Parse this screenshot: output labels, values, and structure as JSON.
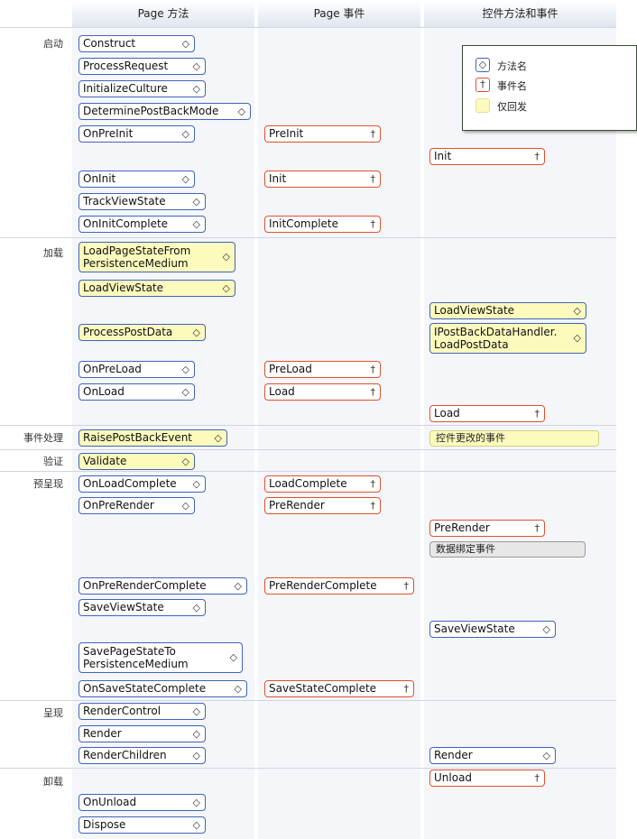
{
  "columns": {
    "page_methods": "Page 方法",
    "page_events": "Page 事件",
    "control": "控件方法和事件"
  },
  "symbols": {
    "method": "◇",
    "event": "†"
  },
  "stages": [
    {
      "label": "启动"
    },
    {
      "label": "加载"
    },
    {
      "label": "事件处理"
    },
    {
      "label": "验证"
    },
    {
      "label": "预呈现"
    },
    {
      "label": "呈现"
    },
    {
      "label": "卸载"
    }
  ],
  "legend": {
    "method": "方法名",
    "event": "事件名",
    "postback": "仅回发"
  },
  "page_methods": [
    {
      "name": "Construct"
    },
    {
      "name": "ProcessRequest"
    },
    {
      "name": "InitializeCulture"
    },
    {
      "name": "DeterminePostBackMode"
    },
    {
      "name": "OnPreInit"
    },
    {
      "name": "OnInit"
    },
    {
      "name": "TrackViewState"
    },
    {
      "name": "OnInitComplete"
    },
    {
      "name": "LoadPageStateFrom\nPersistenceMedium"
    },
    {
      "name": "LoadViewState"
    },
    {
      "name": "ProcessPostData"
    },
    {
      "name": "OnPreLoad"
    },
    {
      "name": "OnLoad"
    },
    {
      "name": "RaisePostBackEvent"
    },
    {
      "name": "Validate"
    },
    {
      "name": "OnLoadComplete"
    },
    {
      "name": "OnPreRender"
    },
    {
      "name": "OnPreRenderComplete"
    },
    {
      "name": "SaveViewState"
    },
    {
      "name": "SavePageStateTo\nPersistenceMedium"
    },
    {
      "name": "OnSaveStateComplete"
    },
    {
      "name": "RenderControl"
    },
    {
      "name": "Render"
    },
    {
      "name": "RenderChildren"
    },
    {
      "name": "OnUnload"
    },
    {
      "name": "Dispose"
    }
  ],
  "page_events": [
    {
      "name": "PreInit"
    },
    {
      "name": "Init"
    },
    {
      "name": "InitComplete"
    },
    {
      "name": "PreLoad"
    },
    {
      "name": "Load"
    },
    {
      "name": "LoadComplete"
    },
    {
      "name": "PreRender"
    },
    {
      "name": "PreRenderComplete"
    },
    {
      "name": "SaveStateComplete"
    }
  ],
  "control_items": [
    {
      "name": "Init"
    },
    {
      "name": "LoadViewState"
    },
    {
      "name": "IPostBackDataHandler.\nLoadPostData"
    },
    {
      "name": "Load"
    },
    {
      "name": "控件更改的事件"
    },
    {
      "name": "PreRender"
    },
    {
      "name": "数据绑定事件"
    },
    {
      "name": "SaveViewState"
    },
    {
      "name": "Render"
    },
    {
      "name": "Unload"
    }
  ]
}
